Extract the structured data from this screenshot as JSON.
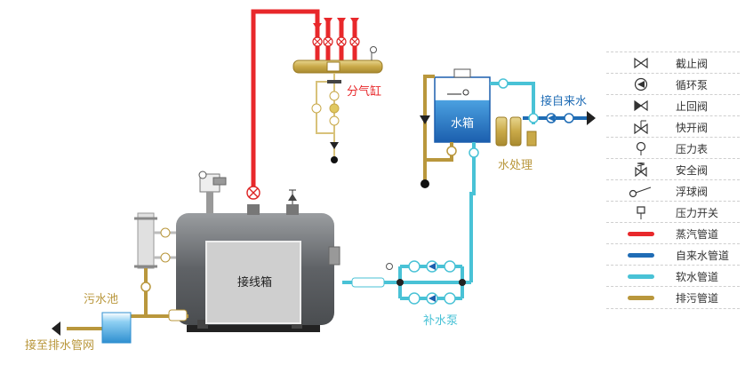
{
  "labels": {
    "steam_header": "分气缸",
    "water_tank": "水箱",
    "tap_water_in": "接自来水",
    "water_treatment": "水处理",
    "makeup_pump": "补水泵",
    "junction_box": "接线箱",
    "sewage_pool": "污水池",
    "to_drain": "接至排水管网"
  },
  "legend": [
    {
      "icon": "gate-valve-icon",
      "label": "截止阀"
    },
    {
      "icon": "circulation-pump-icon",
      "label": "循环泵"
    },
    {
      "icon": "check-valve-icon",
      "label": "止回阀"
    },
    {
      "icon": "quick-open-valve-icon",
      "label": "快开阀"
    },
    {
      "icon": "pressure-gauge-icon",
      "label": "压力表"
    },
    {
      "icon": "safety-valve-icon",
      "label": "安全阀"
    },
    {
      "icon": "float-valve-icon",
      "label": "浮球阀"
    },
    {
      "icon": "pressure-switch-icon",
      "label": "压力开关"
    },
    {
      "icon": "steam-pipe-bar",
      "label": "蒸汽管道",
      "color": "#e8282b"
    },
    {
      "icon": "tap-water-pipe-bar",
      "label": "自来水管道",
      "color": "#1f6cb5"
    },
    {
      "icon": "soft-water-pipe-bar",
      "label": "软水管道",
      "color": "#49c2d6"
    },
    {
      "icon": "sewage-pipe-bar",
      "label": "排污管道",
      "color": "#b9973c"
    }
  ],
  "colors": {
    "steam": "#e8282b",
    "tap_water": "#1f6cb5",
    "soft_water": "#49c2d6",
    "sewage": "#b9973c",
    "boiler": "#6f7275",
    "panel": "#d0d0d0"
  }
}
